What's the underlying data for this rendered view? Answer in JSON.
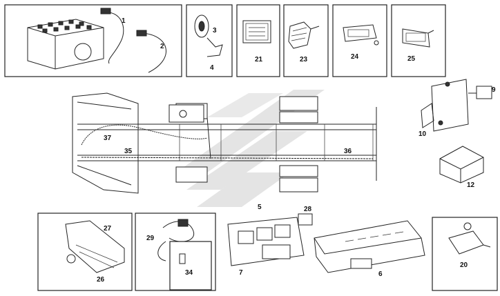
{
  "callouts": {
    "c1": "1",
    "c2": "2",
    "c3": "3",
    "c4": "4",
    "c21": "21",
    "c23": "23",
    "c24": "24",
    "c25": "25",
    "c9": "9",
    "c10": "10",
    "c12": "12",
    "c37": "37",
    "c35": "35",
    "c36": "36",
    "c5": "5",
    "c28": "28",
    "c7": "7",
    "c6": "6",
    "c27": "27",
    "c26": "26",
    "c29": "29",
    "c34": "34",
    "c20": "20"
  },
  "colors": {
    "line": "#222222",
    "watermark": "#c8c8c8"
  },
  "watermark": "logo-watermark"
}
